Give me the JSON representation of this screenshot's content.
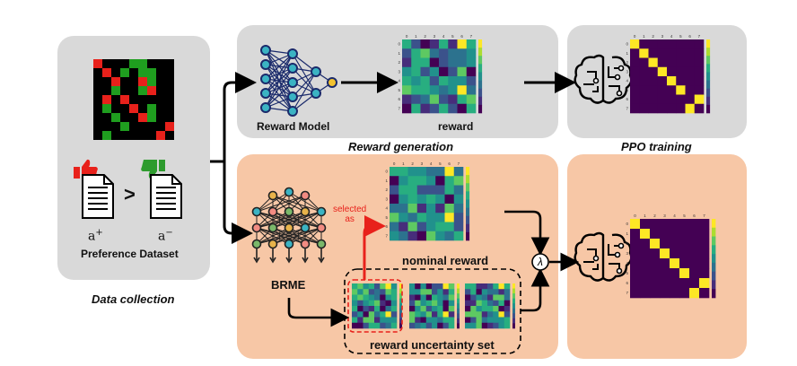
{
  "captions": {
    "data_collection": "Data collection",
    "reward_generation": "Reward generation",
    "ppo_training": "PPO training"
  },
  "labels": {
    "preference_dataset": "Preference Dataset",
    "reward_model": "Reward Model",
    "reward": "reward",
    "brme": "BRME",
    "nominal_reward": "nominal reward",
    "reward_uncertainty_set": "reward uncertainty set",
    "selected_as": "selected\nas",
    "lambda": "λ",
    "greater_than": ">",
    "a_plus": "a",
    "a_plus_sup": "+",
    "a_minus": "a",
    "a_minus_sup": "−"
  },
  "heatmap_ticks": [
    "0",
    "1",
    "2",
    "3",
    "4",
    "5",
    "6",
    "7"
  ],
  "colors": {
    "panel_gray": "#d9d9d9",
    "panel_peach": "#f7c7a6",
    "arrow": "#000000",
    "select_arrow": "#e8211b",
    "thumb_up": "#e8211b",
    "thumb_down": "#2e9b2e",
    "neuron_colors": [
      "#e8b34a",
      "#3bb3c3",
      "#f28b82",
      "#7ab86a"
    ]
  },
  "icons": [
    "thumbs-up-icon",
    "thumbs-down-icon",
    "document-icon",
    "brain-icon",
    "neural-network-icon"
  ]
}
